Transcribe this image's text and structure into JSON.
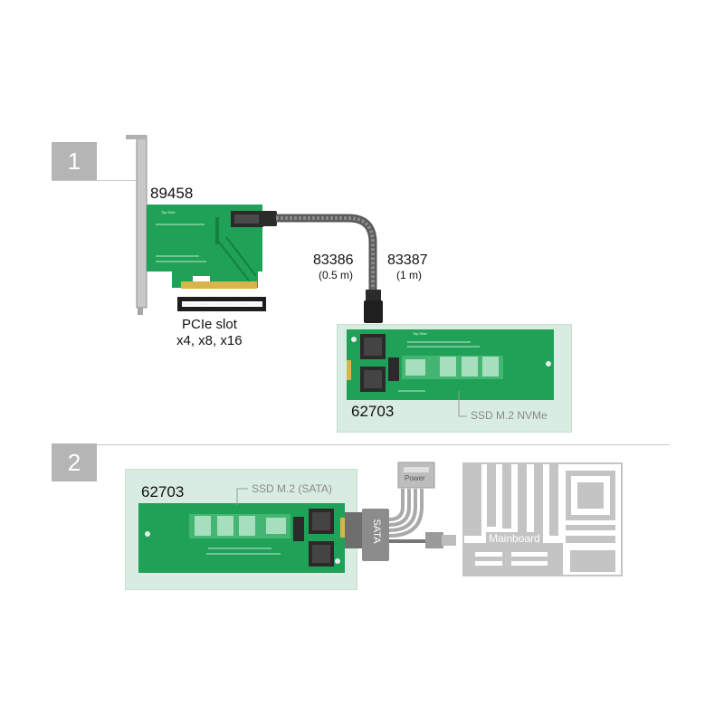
{
  "steps": [
    "1",
    "2"
  ],
  "section1": {
    "controller_card": "89458",
    "pcie_slot_line1": "PCIe slot",
    "pcie_slot_line2": "x4, x8, x16",
    "cable_a_id": "83386",
    "cable_a_len": "(0.5 m)",
    "cable_b_id": "83387",
    "cable_b_len": "(1 m)",
    "adapter": "62703",
    "ssd_label": "SSD M.2 NVMe"
  },
  "section2": {
    "adapter": "62703",
    "ssd_label": "SSD M.2 (SATA)",
    "power_label": "Power",
    "sata_label": "SATA",
    "mainboard_label": "Mainboard"
  },
  "colors": {
    "pcb_green": "#1fa257",
    "panel_bg": "#d8ece2",
    "badge_gray": "#b5b5b5",
    "mainboard_gray": "#c4c4c4"
  }
}
